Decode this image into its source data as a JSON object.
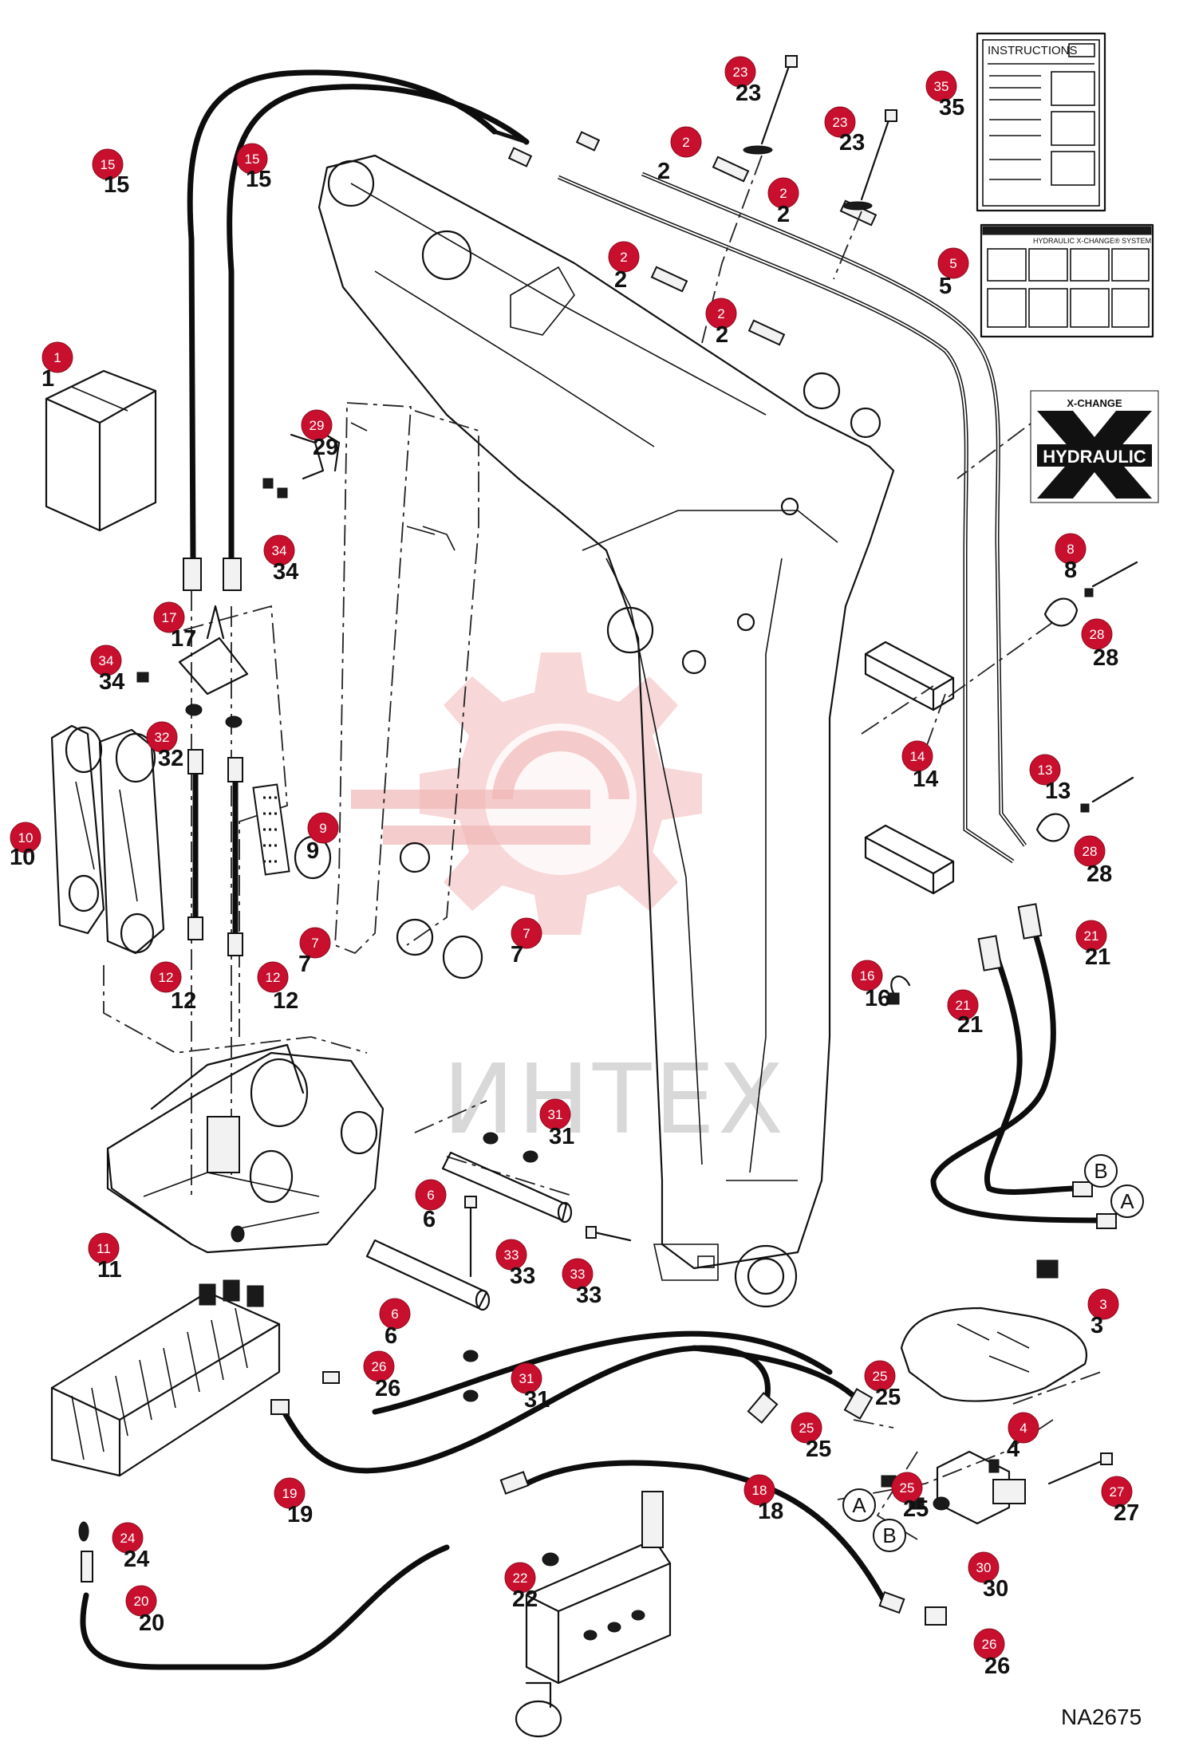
{
  "watermark": "ИНТЕХ",
  "diagram_code": "NA2675",
  "instructions_label": "INSTRUCTIONS",
  "hydraulic_decal": {
    "top": "X-CHANGE",
    "main": "HYDRAULIC"
  },
  "system_decal_title": "HYDRAULIC X-CHANGE® SYSTEM",
  "port_labels": {
    "a": "A",
    "b": "B"
  },
  "colors": {
    "badge": "#c8102e",
    "watermark": "#f1b7b7"
  },
  "callouts": [
    {
      "id": "c1",
      "label": "1"
    },
    {
      "id": "c2a",
      "label": "2"
    },
    {
      "id": "c2b",
      "label": "2"
    },
    {
      "id": "c2c",
      "label": "2"
    },
    {
      "id": "c2d",
      "label": "2"
    },
    {
      "id": "c3",
      "label": "3"
    },
    {
      "id": "c4",
      "label": "4"
    },
    {
      "id": "c5",
      "label": "5"
    },
    {
      "id": "c6a",
      "label": "6"
    },
    {
      "id": "c6b",
      "label": "6"
    },
    {
      "id": "c7a",
      "label": "7"
    },
    {
      "id": "c7b",
      "label": "7"
    },
    {
      "id": "c8",
      "label": "8"
    },
    {
      "id": "c9",
      "label": "9"
    },
    {
      "id": "c10",
      "label": "10"
    },
    {
      "id": "c11",
      "label": "11"
    },
    {
      "id": "c12a",
      "label": "12"
    },
    {
      "id": "c12b",
      "label": "12"
    },
    {
      "id": "c13",
      "label": "13"
    },
    {
      "id": "c14",
      "label": "14"
    },
    {
      "id": "c15a",
      "label": "15"
    },
    {
      "id": "c15b",
      "label": "15"
    },
    {
      "id": "c16",
      "label": "16"
    },
    {
      "id": "c17",
      "label": "17"
    },
    {
      "id": "c18",
      "label": "18"
    },
    {
      "id": "c19",
      "label": "19"
    },
    {
      "id": "c20",
      "label": "20"
    },
    {
      "id": "c21a",
      "label": "21"
    },
    {
      "id": "c21b",
      "label": "21"
    },
    {
      "id": "c22",
      "label": "22"
    },
    {
      "id": "c23a",
      "label": "23"
    },
    {
      "id": "c23b",
      "label": "23"
    },
    {
      "id": "c24",
      "label": "24"
    },
    {
      "id": "c25a",
      "label": "25"
    },
    {
      "id": "c25b",
      "label": "25"
    },
    {
      "id": "c25c",
      "label": "25"
    },
    {
      "id": "c26a",
      "label": "26"
    },
    {
      "id": "c26b",
      "label": "26"
    },
    {
      "id": "c27",
      "label": "27"
    },
    {
      "id": "c28a",
      "label": "28"
    },
    {
      "id": "c28b",
      "label": "28"
    },
    {
      "id": "c29",
      "label": "29"
    },
    {
      "id": "c30",
      "label": "30"
    },
    {
      "id": "c31a",
      "label": "31"
    },
    {
      "id": "c31b",
      "label": "31"
    },
    {
      "id": "c32",
      "label": "32"
    },
    {
      "id": "c33a",
      "label": "33"
    },
    {
      "id": "c33b",
      "label": "33"
    },
    {
      "id": "c34a",
      "label": "34"
    },
    {
      "id": "c34b",
      "label": "34"
    },
    {
      "id": "c35",
      "label": "35"
    }
  ]
}
